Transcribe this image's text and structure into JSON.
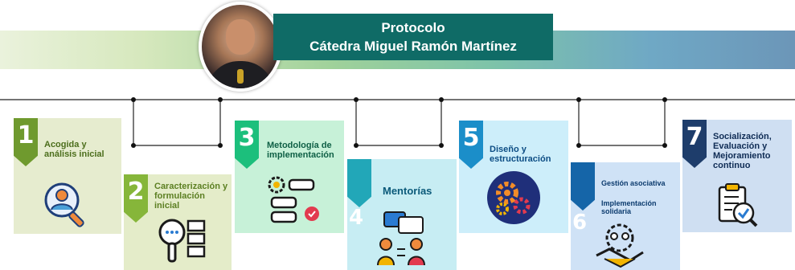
{
  "header": {
    "title_line1": "Protocolo",
    "title_line2": "Cátedra Miguel Ramón Martínez"
  },
  "steps": [
    {
      "number": "1",
      "label": "Acogida y análisis inicial",
      "color": "#6f9a2e",
      "icon": "user-search-icon"
    },
    {
      "number": "2",
      "label": "Caracterización y formulación inicial",
      "color": "#86b63a",
      "icon": "document-search-icon"
    },
    {
      "number": "3",
      "label": "Metodología de implementación",
      "color": "#1cbf7c",
      "icon": "gear-flowchart-icon"
    },
    {
      "number": "4",
      "label": "Mentorías",
      "color": "#22a7b8",
      "icon": "mentoring-icon"
    },
    {
      "number": "5",
      "label": "Diseño y estructuración",
      "color": "#1b8ec9",
      "icon": "gears-icon"
    },
    {
      "number": "6",
      "label_a": "Gestión asociativa",
      "label_b": "Implementación solidaria",
      "color": "#1565a8",
      "icon": "handshake-icon"
    },
    {
      "number": "7",
      "label": "Socialización, Evaluación y Mejoramiento continuo",
      "color": "#1e3d6b",
      "icon": "clipboard-check-icon"
    }
  ]
}
